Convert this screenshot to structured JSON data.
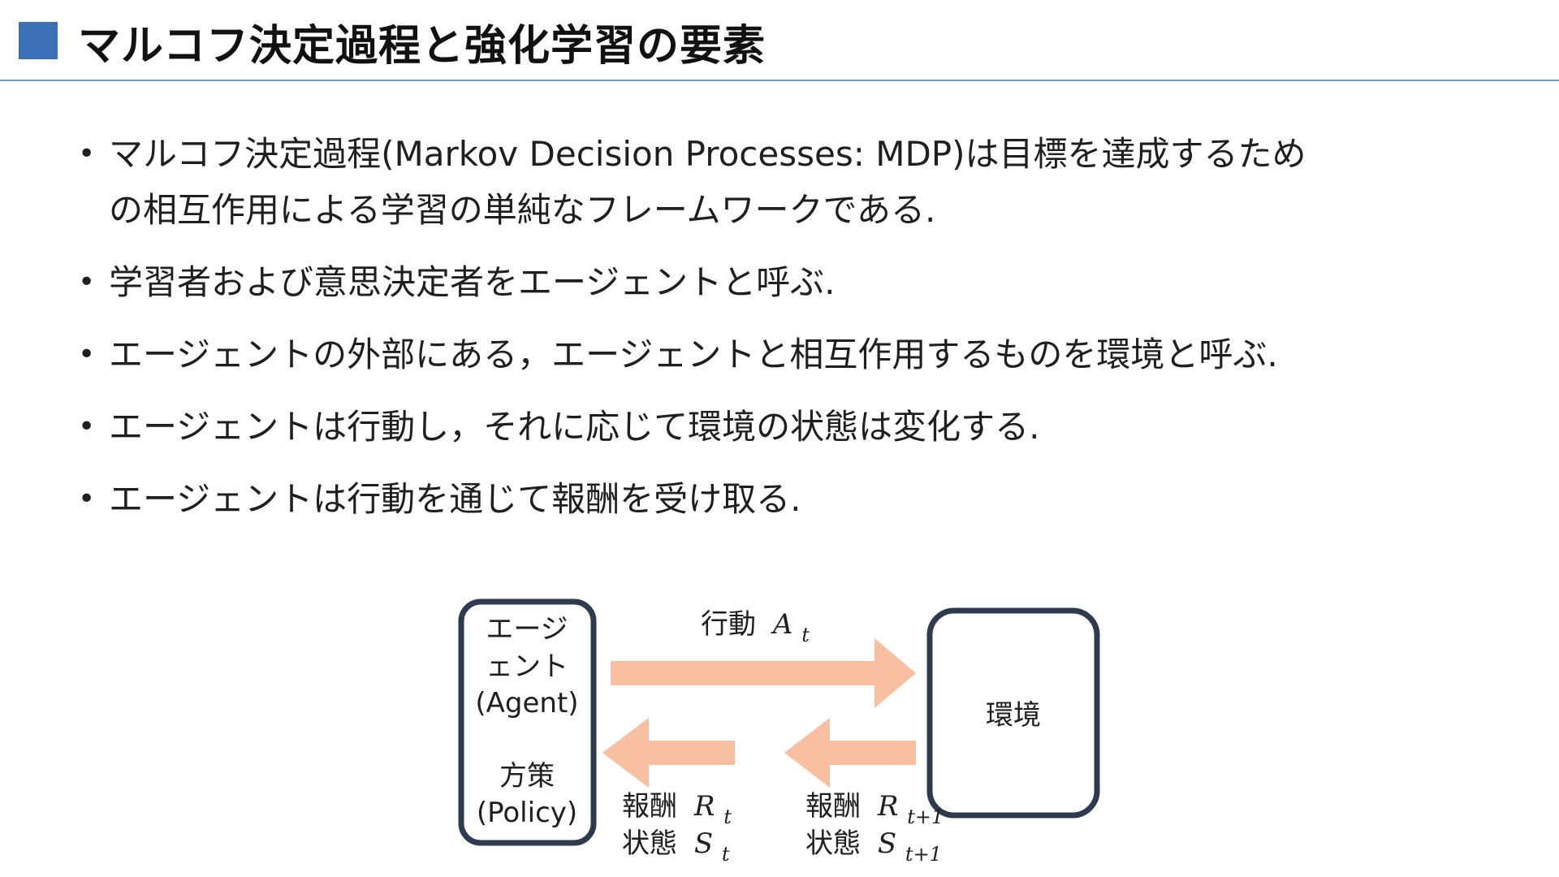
{
  "title": "マルコフ決定過程と強化学習の要素",
  "bullets": [
    {
      "line1": "マルコフ決定過程(Markov Decision Processes: MDP)は目標を達成するため",
      "line2": "の相互作用による学習の単純なフレームワークである."
    },
    {
      "line1": "学習者および意思決定者をエージェントと呼ぶ."
    },
    {
      "line1": "エージェントの外部にある，エージェントと相互作用するものを環境と呼ぶ."
    },
    {
      "line1": "エージェントは行動し，それに応じて環境の状態は変化する."
    },
    {
      "line1": "エージェントは行動を通じて報酬を受け取る."
    }
  ],
  "diagram": {
    "agent": {
      "line1": "エージ",
      "line2": "ェント",
      "line3": "(Agent)",
      "line4": "方策",
      "line5": "(Policy)"
    },
    "environment": {
      "label": "環境"
    },
    "action": {
      "label": "行動",
      "symbol": "A",
      "subscript": "t"
    },
    "reward_left": {
      "label": "報酬",
      "symbol": "R",
      "subscript": "t"
    },
    "state_left": {
      "label": "状態",
      "symbol": "S",
      "subscript": "t"
    },
    "reward_right": {
      "label": "報酬",
      "symbol": "R",
      "subscript": "t+1"
    },
    "state_right": {
      "label": "状態",
      "symbol": "S",
      "subscript": "t+1"
    },
    "colors": {
      "arrow": "#f8bfa0",
      "box_border": "#2e3a4e",
      "accent": "#3b6fb6",
      "rule": "#7d9ad0"
    }
  }
}
